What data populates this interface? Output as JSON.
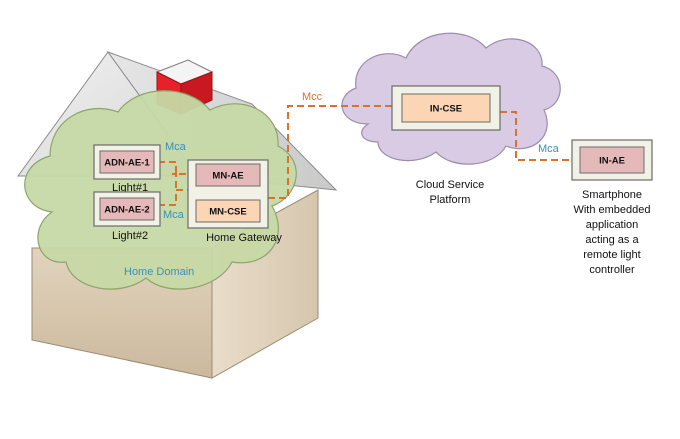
{
  "colors": {
    "cloud_green": "#c6d9a5",
    "cloud_purple": "#d8cbe3",
    "node_pink": "#e5b9b9",
    "node_peach": "#fcd5b5",
    "link_orange": "#d9732c",
    "ref_point_blue": "#3a8fb7",
    "chimney_red": "#e8202a"
  },
  "home_domain": {
    "label": "Home Domain",
    "lights": [
      {
        "node": "ADN-AE-1",
        "caption": "Light#1"
      },
      {
        "node": "ADN-AE-2",
        "caption": "Light#2"
      }
    ],
    "gateway": {
      "ae": "MN-AE",
      "cse": "MN-CSE",
      "caption": "Home Gateway"
    }
  },
  "cloud": {
    "node": "IN-CSE",
    "caption_lines": [
      "Cloud Service",
      "Platform"
    ]
  },
  "smartphone": {
    "node": "IN-AE",
    "caption_lines": [
      "Smartphone",
      "With embedded",
      "application",
      "acting as a",
      "remote light",
      "controller"
    ]
  },
  "reference_points": {
    "mca_light1": "Mca",
    "mca_light2": "Mca",
    "mcc": "Mcc",
    "mca_phone": "Mca"
  }
}
